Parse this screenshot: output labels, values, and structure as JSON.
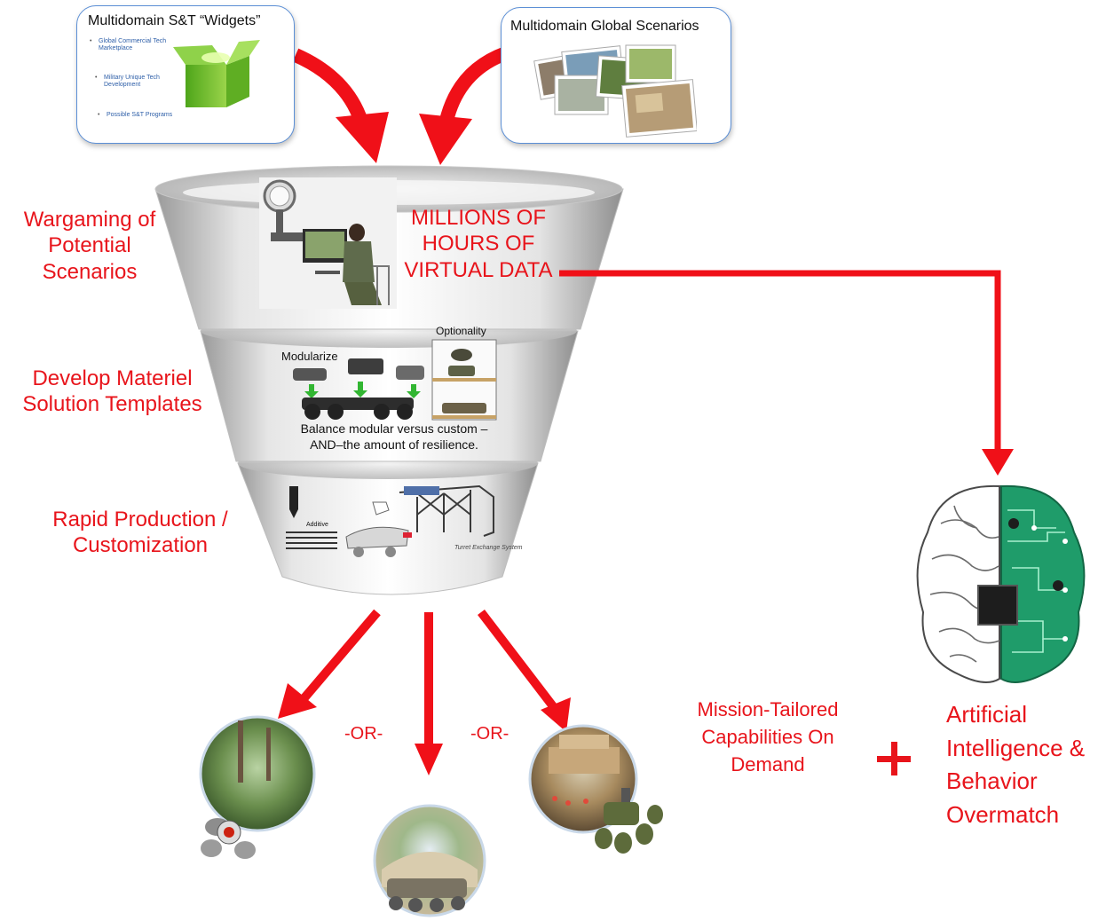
{
  "widgets_box": {
    "title": "Multidomain S&T “Widgets”",
    "bullets": [
      "Global Commercial Tech Marketplace",
      "Military Unique Tech Development",
      "Possible S&T Programs"
    ],
    "icon": "green-box-icon"
  },
  "scenarios_box": {
    "title": "Multidomain  Global Scenarios",
    "icon": "photo-stack-icon"
  },
  "funnel": {
    "top_text": "MILLIONS OF HOURS OF VIRTUAL DATA",
    "middle": {
      "modularize": "Modularize",
      "optionality": "Optionality",
      "caption": "Balance modular versus custom –AND–the amount of resilience."
    },
    "bottom": {
      "additive": "Additive",
      "turret": "Turret Exchange System"
    }
  },
  "stage_labels": [
    "Wargaming of Potential Scenarios",
    "Develop Materiel Solution Templates",
    "Rapid Production / Customization"
  ],
  "or_labels": [
    "-OR-",
    "-OR-"
  ],
  "mission_label": "Mission-Tailored Capabilities On Demand",
  "plus": "+",
  "ai_label": "Artificial Intelligence & Behavior Overmatch",
  "colors": {
    "accent_red": "#e8141b",
    "box_border": "#5b8fd6"
  }
}
